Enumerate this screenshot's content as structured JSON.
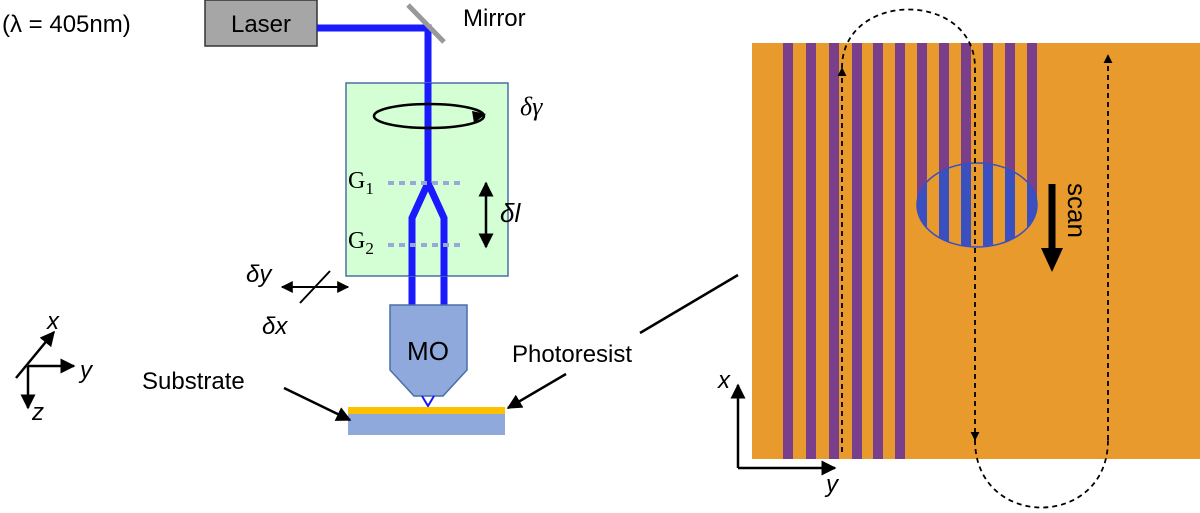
{
  "labels": {
    "wavelength": "(λ = 405nm)",
    "laser": "Laser",
    "mirror": "Mirror",
    "delta_gamma": "δγ",
    "g1": "G",
    "g1_sub": "1",
    "g2": "G",
    "g2_sub": "2",
    "delta_l": "δl",
    "delta_y": "δy",
    "delta_x": "δx",
    "mo": "MO",
    "photoresist": "Photoresist",
    "substrate": "Substrate",
    "axis_x": "x",
    "axis_y": "y",
    "axis_z": "z",
    "scan": "scan",
    "panel_axis_x": "x",
    "panel_axis_y": "y"
  },
  "colors": {
    "beam": "#1a1aff",
    "laser_box": "#a6a6a6",
    "rotator_box": "#ccffcc",
    "rotator_border": "#4a6fa5",
    "grating_dash": "#9aa7d9",
    "objective": "#8fa9dc",
    "substrate": "#8fa9dc",
    "photoresist_layer": "#ffc000",
    "panel_background": "#e89a2c",
    "stripe_exposed": "#7a3f8a",
    "spot_stripe": "#3a4fc0"
  }
}
